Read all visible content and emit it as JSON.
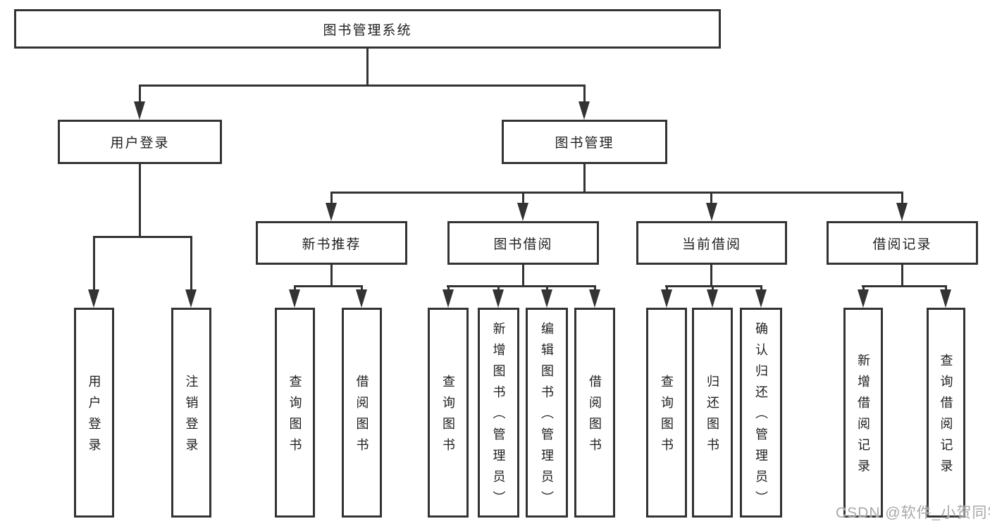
{
  "tree": {
    "label": "图书管理系统",
    "children": [
      {
        "label": "用户登录",
        "children": [
          {
            "label": "用户登录"
          },
          {
            "label": "注销登录"
          }
        ]
      },
      {
        "label": "图书管理",
        "children": [
          {
            "label": "新书推荐",
            "children": [
              {
                "label": "查询图书"
              },
              {
                "label": "借阅图书"
              }
            ]
          },
          {
            "label": "图书借阅",
            "children": [
              {
                "label": "查询图书"
              },
              {
                "label": "新增图书（管理员）"
              },
              {
                "label": "编辑图书（管理员）"
              },
              {
                "label": "借阅图书"
              }
            ]
          },
          {
            "label": "当前借阅",
            "children": [
              {
                "label": "查询图书"
              },
              {
                "label": "归还图书"
              },
              {
                "label": "确认归还（管理员）"
              }
            ]
          },
          {
            "label": "借阅记录",
            "children": [
              {
                "label": "新增借阅记录"
              },
              {
                "label": "查询借阅记录"
              }
            ]
          }
        ]
      }
    ]
  },
  "watermark": {
    "text": "CSDN @软件_小贺同学"
  },
  "colors": {
    "line": "#333333",
    "text": "#1f1f1f",
    "watermark": "#a8a8a8",
    "background": "#ffffff"
  }
}
